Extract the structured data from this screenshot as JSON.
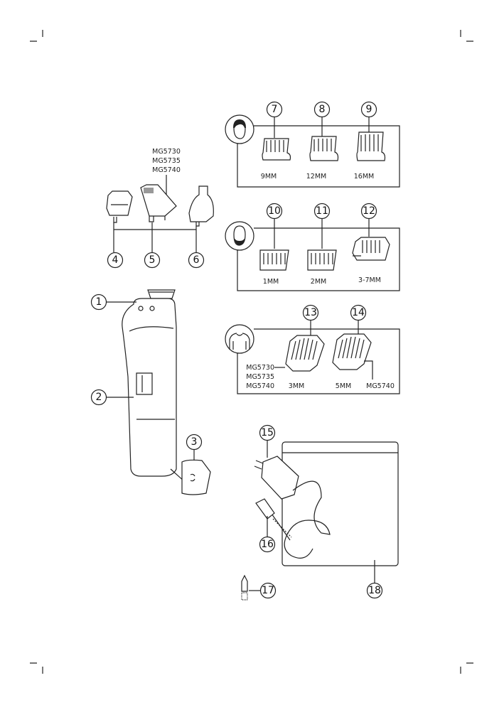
{
  "callouts": {
    "c1": "1",
    "c2": "2",
    "c3": "3",
    "c4": "4",
    "c5": "5",
    "c6": "6",
    "c7": "7",
    "c8": "8",
    "c9": "9",
    "c10": "10",
    "c11": "11",
    "c12": "12",
    "c13": "13",
    "c14": "14",
    "c15": "15",
    "c16": "16",
    "c17": "17",
    "c18": "18"
  },
  "models_attachment5": [
    "MG5730",
    "MG5735",
    "MG5740"
  ],
  "hair_combs": {
    "c7": "9MM",
    "c8": "12MM",
    "c9": "16MM"
  },
  "beard_combs": {
    "c10": "1MM",
    "c11": "2MM",
    "c12": "3-7MM"
  },
  "body_combs": {
    "models": [
      "MG5730",
      "MG5735",
      "MG5740"
    ],
    "c13": "3MM",
    "c14": "5MM",
    "c14_model": "MG5740"
  }
}
